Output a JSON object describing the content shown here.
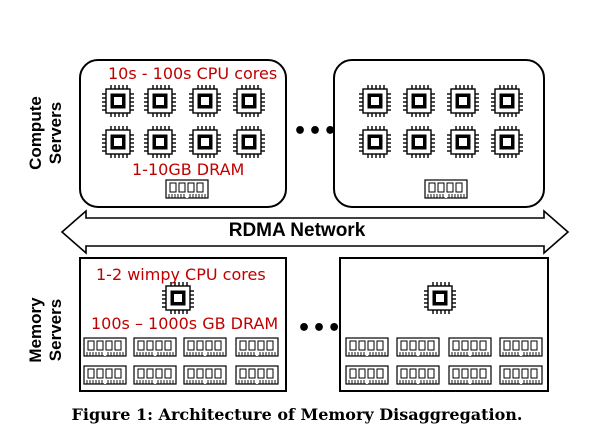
{
  "labels": {
    "compute_servers": "Compute\nServers",
    "memory_servers": "Memory\nServers",
    "rdma_network": "RDMA Network",
    "compute_cores": "10s - 100s CPU cores",
    "compute_dram": "1-10GB DRAM",
    "memory_cores": "1-2 wimpy CPU cores",
    "memory_dram": "100s – 1000s GB DRAM",
    "ellipsis_top": "•••",
    "ellipsis_bottom": "•••"
  },
  "caption": "Figure 1: Architecture of Memory Disaggregation.",
  "colors": {
    "annotation": "#c00000",
    "line": "#000000",
    "background": "#ffffff"
  },
  "icons": {
    "cpu": "cpu-chip-icon",
    "dram": "dram-module-icon"
  }
}
